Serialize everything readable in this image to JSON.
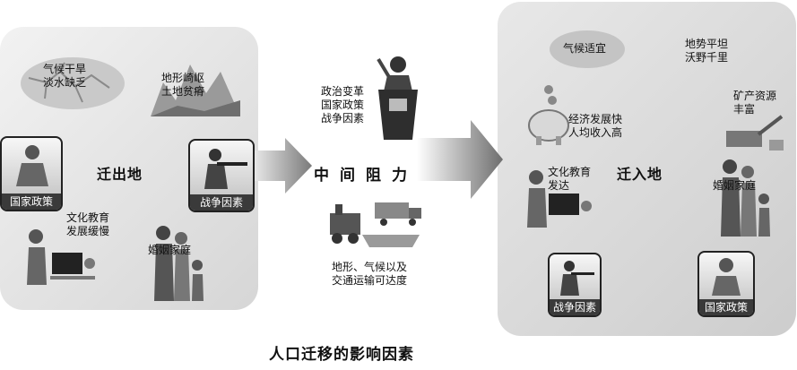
{
  "caption": "人口迁移的影响因素",
  "origin": {
    "title": "迁出地",
    "drought": "气候干旱\n淡水缺乏",
    "terrain": "地形崎岖\n土地贫瘠",
    "education": "文化教育\n发展缓慢",
    "family": "婚姻家庭",
    "policy_tile": "国家政策",
    "war_tile": "战争因素"
  },
  "middle": {
    "title": "中间阻力",
    "political": "政治变革\n国家政策\n战争因素",
    "transport": "地形、气候以及\n交通运输可达度"
  },
  "destination": {
    "title": "迁入地",
    "climate": "气候适宜",
    "terrain": "地势平坦\n沃野千里",
    "mineral": "矿产资源\n丰富",
    "economy": "经济发展快\n人均收入高",
    "education": "文化教育\n发达",
    "family": "婚姻家庭",
    "war_tile": "战争因素",
    "policy_tile": "国家政策"
  }
}
